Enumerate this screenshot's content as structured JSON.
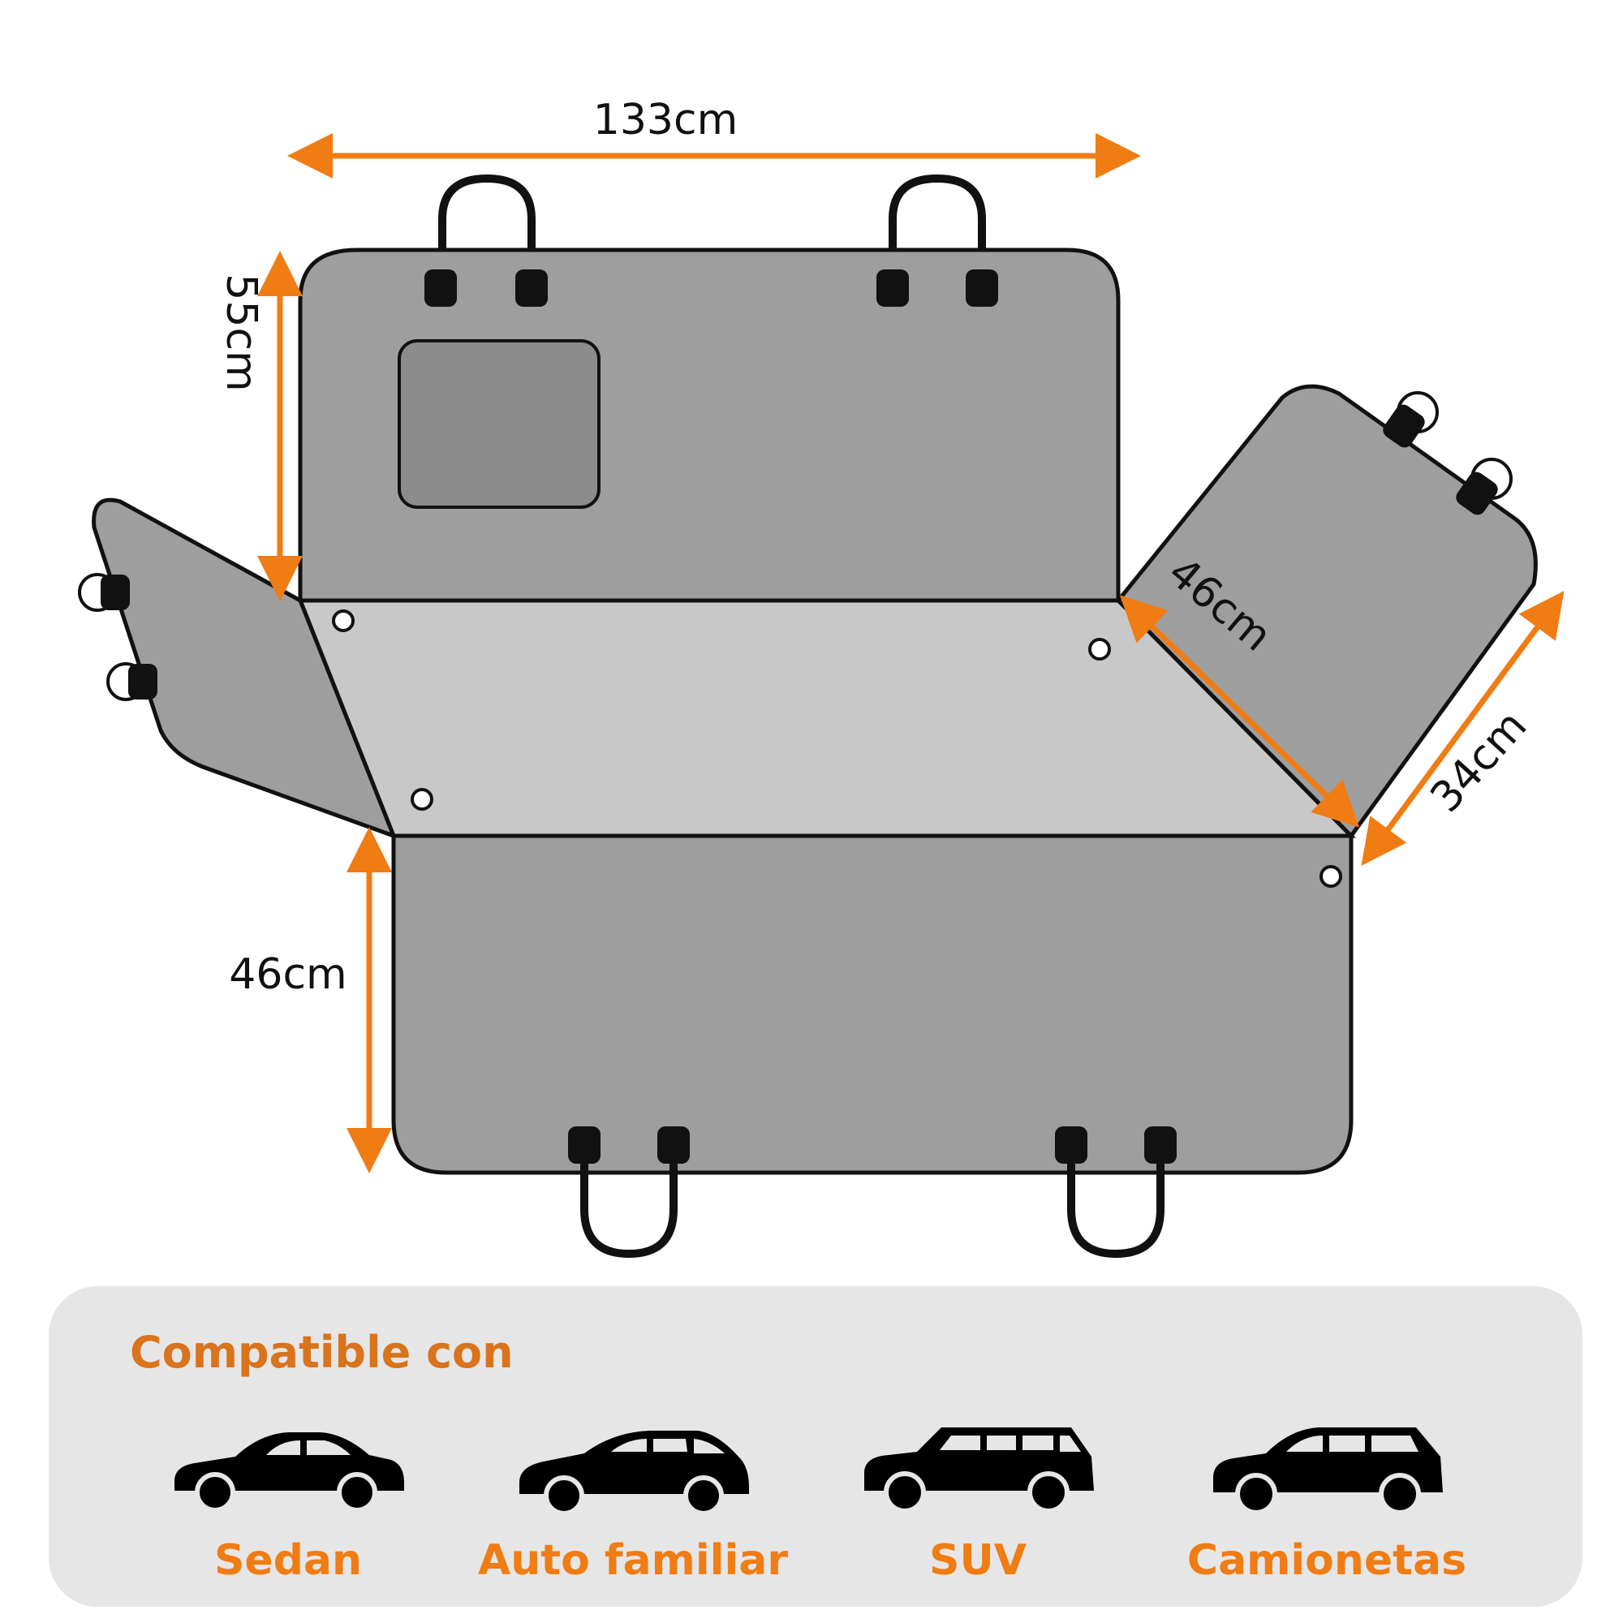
{
  "dimensions": {
    "width_top": "133cm",
    "height_back": "55cm",
    "height_front": "46cm",
    "flap_length": "46cm",
    "flap_width": "34cm"
  },
  "compatibility": {
    "title": "Compatible con",
    "vehicles": [
      {
        "label": "Sedan",
        "icon": "sedan-car-icon"
      },
      {
        "label": "Auto familiar",
        "icon": "hatchback-car-icon"
      },
      {
        "label": "SUV",
        "icon": "suv-car-icon"
      },
      {
        "label": "Camionetas",
        "icon": "van-car-icon"
      }
    ]
  },
  "colors": {
    "accent": "#f07c14",
    "title": "#d9731c",
    "panel_dark": "#9e9e9e",
    "panel_light": "#c8c8c8",
    "outline": "#111111",
    "compat_bg": "#e6e6e6"
  }
}
